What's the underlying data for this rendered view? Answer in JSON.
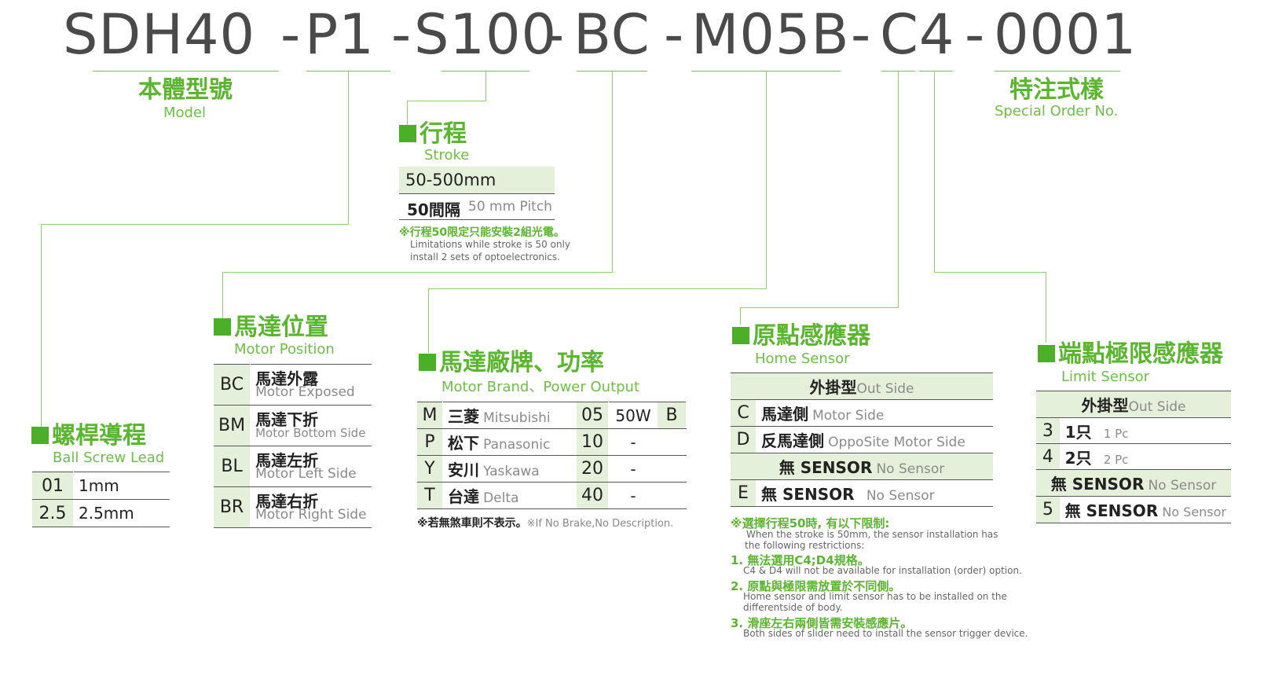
{
  "code": {
    "segments": [
      "SDH40",
      "-",
      "P1",
      "-",
      "S100",
      "-",
      "BC",
      "-",
      "M05B",
      "-",
      "C4",
      "-",
      "0001"
    ]
  },
  "model": {
    "cn": "本體型號",
    "en": "Model"
  },
  "special": {
    "cn": "特注式樣",
    "en": "Special Order No."
  },
  "stroke": {
    "cn": "行程",
    "en": "Stroke",
    "range": "50-500mm",
    "pitch_cn": "50間隔",
    "pitch_en": "50 mm Pitch",
    "note_cn": "※行程50限定只能安裝2組光電。",
    "note_en1": "Limitations while stroke is 50 only",
    "note_en2": "install 2 sets of optoelectronics."
  },
  "lead": {
    "cn": "螺桿導程",
    "en": "Ball Screw Lead",
    "rows": [
      {
        "code": "01",
        "value": "1mm"
      },
      {
        "code": "2.5",
        "value": "2.5mm"
      }
    ]
  },
  "motor_position": {
    "cn": "馬達位置",
    "en": "Motor Position",
    "rows": [
      {
        "code": "BC",
        "cn": "馬達外露",
        "en": "Motor Exposed"
      },
      {
        "code": "BM",
        "cn": "馬達下折",
        "en": "Motor Bottom Side"
      },
      {
        "code": "BL",
        "cn": "馬達左折",
        "en": "Motor Left Side"
      },
      {
        "code": "BR",
        "cn": "馬達右折",
        "en": "Motor Right Side"
      }
    ]
  },
  "motor_brand": {
    "cn": "馬達廠牌、功率",
    "en": "Motor Brand、Power Output",
    "rows": [
      {
        "code": "M",
        "cn": "三菱",
        "en": "Mitsubishi",
        "pcode": "05",
        "power": "50W",
        "brake": "B"
      },
      {
        "code": "P",
        "cn": "松下",
        "en": "Panasonic",
        "pcode": "10",
        "power": "-",
        "brake": ""
      },
      {
        "code": "Y",
        "cn": "安川",
        "en": "Yaskawa",
        "pcode": "20",
        "power": "-",
        "brake": ""
      },
      {
        "code": "T",
        "cn": "台達",
        "en": "Delta",
        "pcode": "40",
        "power": "-",
        "brake": ""
      }
    ],
    "note_cn": "※若無煞車則不表示。",
    "note_en": "※If No Brake,No Description."
  },
  "home_sensor": {
    "cn": "原點感應器",
    "en": "Home Sensor",
    "header1_cn": "外掛型",
    "header1_en": "Out Side",
    "rows1": [
      {
        "code": "C",
        "cn": "馬達側",
        "en": "Motor Side"
      },
      {
        "code": "D",
        "cn": "反馬達側",
        "en": "OppoSite Motor Side"
      }
    ],
    "header2_cn": "無 SENSOR",
    "header2_en": "No Sensor",
    "rows2": [
      {
        "code": "E",
        "cn": "無 SENSOR",
        "en": "No Sensor"
      }
    ],
    "notes": {
      "title": "※選擇行程50時, 有以下限制:",
      "title_en1": "When the stroke is 50mm, the sensor installation has",
      "title_en2": "the following restrictions:",
      "n1_cn": "1. 無法選用C4;D4規格。",
      "n1_en": "C4 & D4 will not be available for installation (order) option.",
      "n2_cn": "2. 原點與極限需放置於不同側。",
      "n2_en1": "Home sensor and limit sensor has to be installed on the",
      "n2_en2": "differentside of body.",
      "n3_cn": "3. 滑座左右兩側皆需安裝感應片。",
      "n3_en": "Both sides of slider need to install the sensor trigger device."
    }
  },
  "limit_sensor": {
    "cn": "端點極限感應器",
    "en": "Limit Sensor",
    "header1_cn": "外掛型",
    "header1_en": "Out Side",
    "rows1": [
      {
        "code": "3",
        "cn": "1只",
        "en": "1 Pc"
      },
      {
        "code": "4",
        "cn": "2只",
        "en": "2 Pc"
      }
    ],
    "header2_cn": "無 SENSOR",
    "header2_en": "No Sensor",
    "rows2": [
      {
        "code": "5",
        "cn": "無 SENSOR",
        "en": "No Sensor"
      }
    ]
  },
  "colors": {
    "accent": "#5ab52f",
    "shade": "#e4f0da",
    "code_text": "#4a4a4a"
  }
}
